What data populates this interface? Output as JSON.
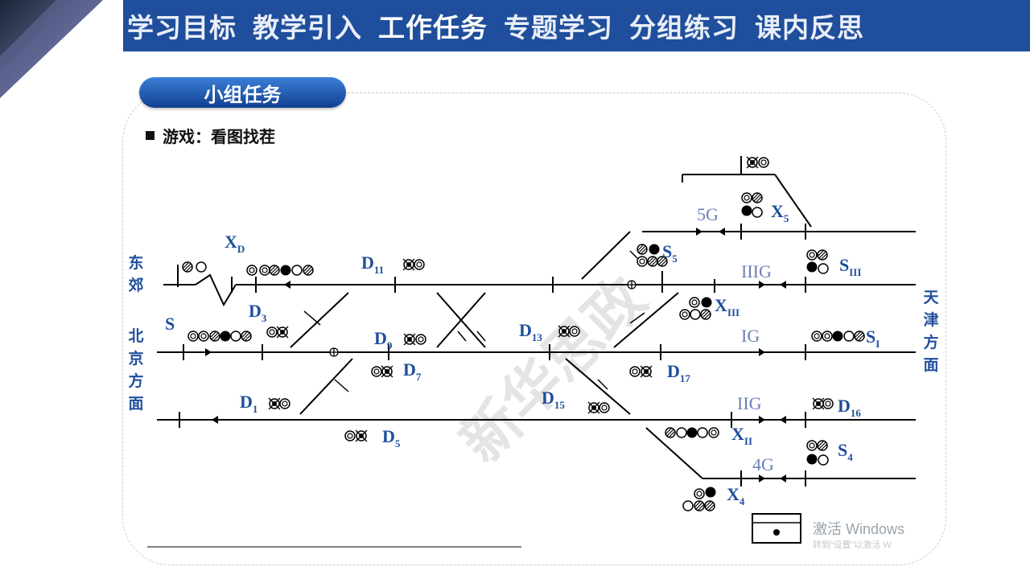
{
  "nav": [
    {
      "label": "学习目标"
    },
    {
      "label": "教学引入"
    },
    {
      "label": "工作任务"
    },
    {
      "label": "专题学习"
    },
    {
      "label": "分组练习"
    },
    {
      "label": "课内反思"
    }
  ],
  "section_title": "小组任务",
  "task_label": "游戏：看图找茬",
  "side_left_top": "东郊",
  "side_left_bottom": "北京方面",
  "side_right": "天津方面",
  "windows_watermark": "激活 Windows",
  "windows_watermark_sub": "转到“设置”以激活 W",
  "diagram": {
    "labels": {
      "XD": {
        "main": "X",
        "sub": "D"
      },
      "D3": {
        "main": "D",
        "sub": "3"
      },
      "S": {
        "main": "S",
        "sub": ""
      },
      "D11": {
        "main": "D",
        "sub": "11"
      },
      "D9": {
        "main": "D",
        "sub": "9"
      },
      "D7": {
        "main": "D",
        "sub": "7"
      },
      "D1": {
        "main": "D",
        "sub": "1"
      },
      "D5": {
        "main": "D",
        "sub": "5"
      },
      "D13": {
        "main": "D",
        "sub": "13"
      },
      "D15": {
        "main": "D",
        "sub": "15"
      },
      "D17": {
        "main": "D",
        "sub": "17"
      },
      "S5": {
        "main": "S",
        "sub": "5"
      },
      "X5": {
        "main": "X",
        "sub": "5"
      },
      "SIII": {
        "main": "S",
        "sub": "III"
      },
      "XIII": {
        "main": "X",
        "sub": "III"
      },
      "SI": {
        "main": "S",
        "sub": "I"
      },
      "D16": {
        "main": "D",
        "sub": "16"
      },
      "XII": {
        "main": "X",
        "sub": "II"
      },
      "S4": {
        "main": "S",
        "sub": "4"
      },
      "X4": {
        "main": "X",
        "sub": "4"
      }
    },
    "tracks": {
      "t5G": "5G",
      "tIIIG": "IIIG",
      "tIG": "IG",
      "tIIG": "IIG",
      "t4G": "4G"
    }
  },
  "colors": {
    "brand": "#1f4e9c",
    "label": "#1f4e9c",
    "track_label": "#6b7fb8"
  }
}
